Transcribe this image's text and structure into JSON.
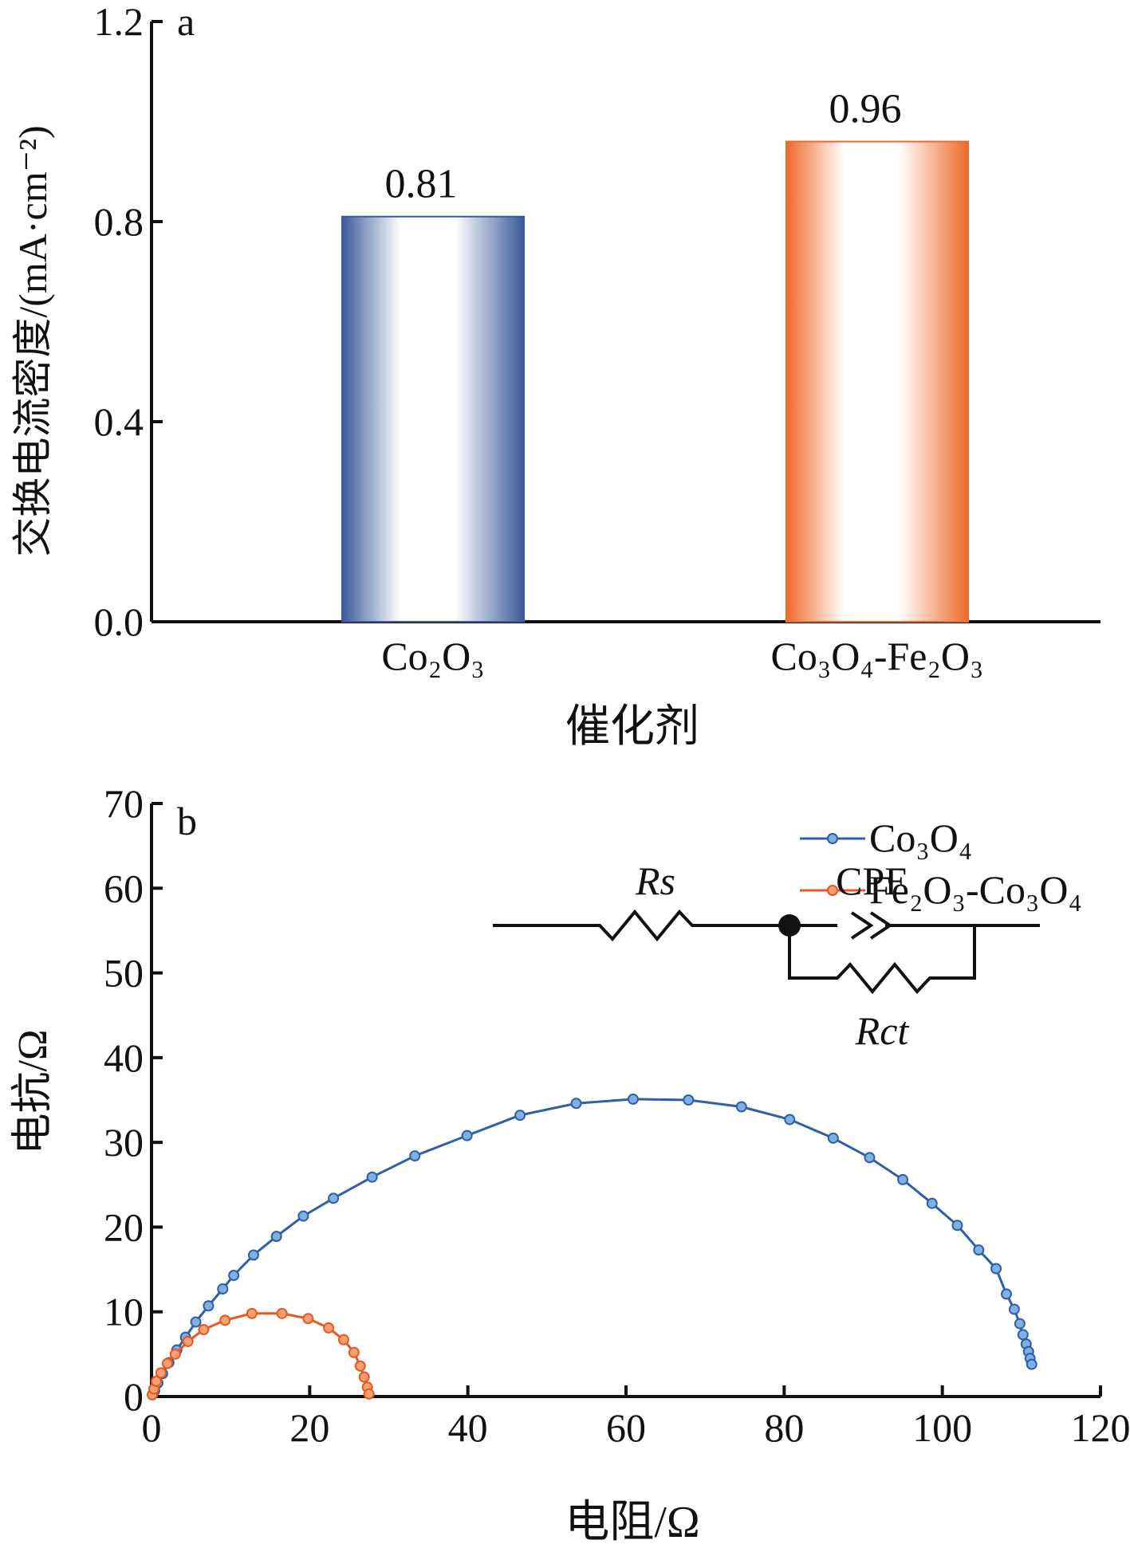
{
  "chart_data": [
    {
      "type": "bar",
      "panel_label": "a",
      "title": "",
      "xlabel": "催化剂",
      "ylabel": "交换电流密度/(mA·cm⁻²)",
      "ylim": [
        0,
        1.2
      ],
      "yticks": [
        "0.0",
        "0.4",
        "0.8",
        "1.2"
      ],
      "yticks_values": [
        0.0,
        0.4,
        0.8,
        1.2
      ],
      "grid": false,
      "categories": [
        "Co₂O₃",
        "Co₃O₄-Fe₂O₃"
      ],
      "values": [
        0.81,
        0.96
      ],
      "value_labels": [
        "0.81",
        "0.96"
      ],
      "colors": [
        "#3a5a9a",
        "#ee6a2c"
      ]
    },
    {
      "type": "scatter",
      "panel_label": "b",
      "title": "",
      "xlabel": "电阻/Ω",
      "ylabel": "电抗/Ω",
      "xlim": [
        0,
        120
      ],
      "ylim": [
        0,
        70
      ],
      "xticks": [
        "0",
        "20",
        "40",
        "60",
        "80",
        "100",
        "120"
      ],
      "xticks_values": [
        0,
        20,
        40,
        60,
        80,
        100,
        120
      ],
      "yticks": [
        "0",
        "10",
        "20",
        "30",
        "40",
        "50",
        "60",
        "70"
      ],
      "yticks_values": [
        0,
        10,
        20,
        30,
        40,
        50,
        60,
        70
      ],
      "grid": false,
      "legend_position": "top-right",
      "series": [
        {
          "name": "Co₃O₄",
          "color": "#2e5fa8",
          "x": [
            0.4,
            0.8,
            1.4,
            2.2,
            3.2,
            4.3,
            5.6,
            7.2,
            9.0,
            10.4,
            12.9,
            15.8,
            19.2,
            23.0,
            27.9,
            33.3,
            39.9,
            46.6,
            53.7,
            60.9,
            67.9,
            74.6,
            80.7,
            86.2,
            90.8,
            95.0,
            98.7,
            101.9,
            104.6,
            106.8,
            108.1,
            109.1,
            109.8,
            110.2,
            110.6,
            110.9,
            111.1,
            111.3
          ],
          "y": [
            0.7,
            1.6,
            2.7,
            4.0,
            5.5,
            7.0,
            8.8,
            10.7,
            12.7,
            14.3,
            16.7,
            18.9,
            21.3,
            23.4,
            25.9,
            28.4,
            30.8,
            33.2,
            34.6,
            35.1,
            35.0,
            34.2,
            32.7,
            30.5,
            28.2,
            25.6,
            22.8,
            20.2,
            17.3,
            15.1,
            12.1,
            10.3,
            8.6,
            7.3,
            6.2,
            5.3,
            4.5,
            3.8
          ]
        },
        {
          "name": "Fe₂O₃-Co₃O₄",
          "color": "#e8571f",
          "x": [
            0.1,
            0.3,
            0.6,
            1.2,
            2.0,
            3.0,
            4.6,
            6.6,
            9.3,
            12.7,
            16.5,
            19.8,
            22.4,
            24.3,
            25.6,
            26.4,
            26.9,
            27.3,
            27.5
          ],
          "y": [
            0.2,
            0.9,
            1.8,
            2.8,
            3.9,
            5.0,
            6.5,
            7.9,
            9.0,
            9.8,
            9.8,
            9.2,
            8.1,
            6.7,
            5.2,
            3.6,
            2.3,
            1.1,
            0.3
          ]
        }
      ],
      "circuit": {
        "labels": [
          "Rs",
          "CPE",
          "Rct"
        ]
      }
    }
  ]
}
